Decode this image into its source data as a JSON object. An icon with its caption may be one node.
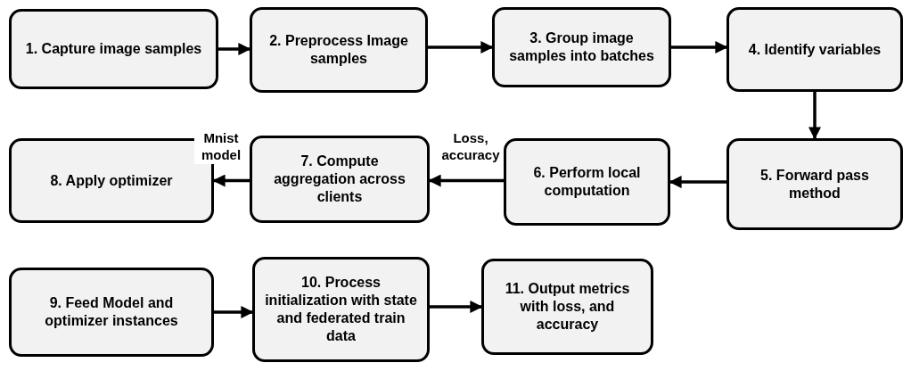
{
  "diagram": {
    "nodes": [
      {
        "text": [
          "1. Capture image samples"
        ]
      },
      {
        "text": [
          "2. Preprocess Image samples"
        ]
      },
      {
        "text": [
          "3. Group image samples into batches"
        ]
      },
      {
        "text": [
          "4. Identify variables"
        ]
      },
      {
        "text": [
          "5. Forward pass method"
        ]
      },
      {
        "text": [
          "6. Perform local computation"
        ]
      },
      {
        "text": [
          "7. Compute aggregation across clients"
        ]
      },
      {
        "text": [
          "8. Apply optimizer"
        ]
      },
      {
        "text": [
          "9. Feed Model and optimizer instances"
        ]
      },
      {
        "text": [
          "10. Process initialization with state and federated train data"
        ]
      },
      {
        "text": [
          "11. Output metrics with loss, and accuracy"
        ]
      }
    ],
    "edges": [
      {
        "from": 0,
        "to": 1,
        "arrow": "to"
      },
      {
        "from": 1,
        "to": 2,
        "arrow": "to"
      },
      {
        "from": 2,
        "to": 3,
        "arrow": "to"
      },
      {
        "from": 3,
        "to": 4,
        "arrow": "to"
      },
      {
        "from": 4,
        "to": 5,
        "arrow": "to"
      },
      {
        "from": 5,
        "to": 6,
        "arrow": "to",
        "label": "Loss, accuracy"
      },
      {
        "from": 6,
        "to": 7,
        "arrow": "to",
        "label": "Mnist model"
      },
      {
        "from": 8,
        "to": 9,
        "arrow": "to"
      },
      {
        "from": 9,
        "to": 10,
        "arrow": "to"
      }
    ]
  }
}
